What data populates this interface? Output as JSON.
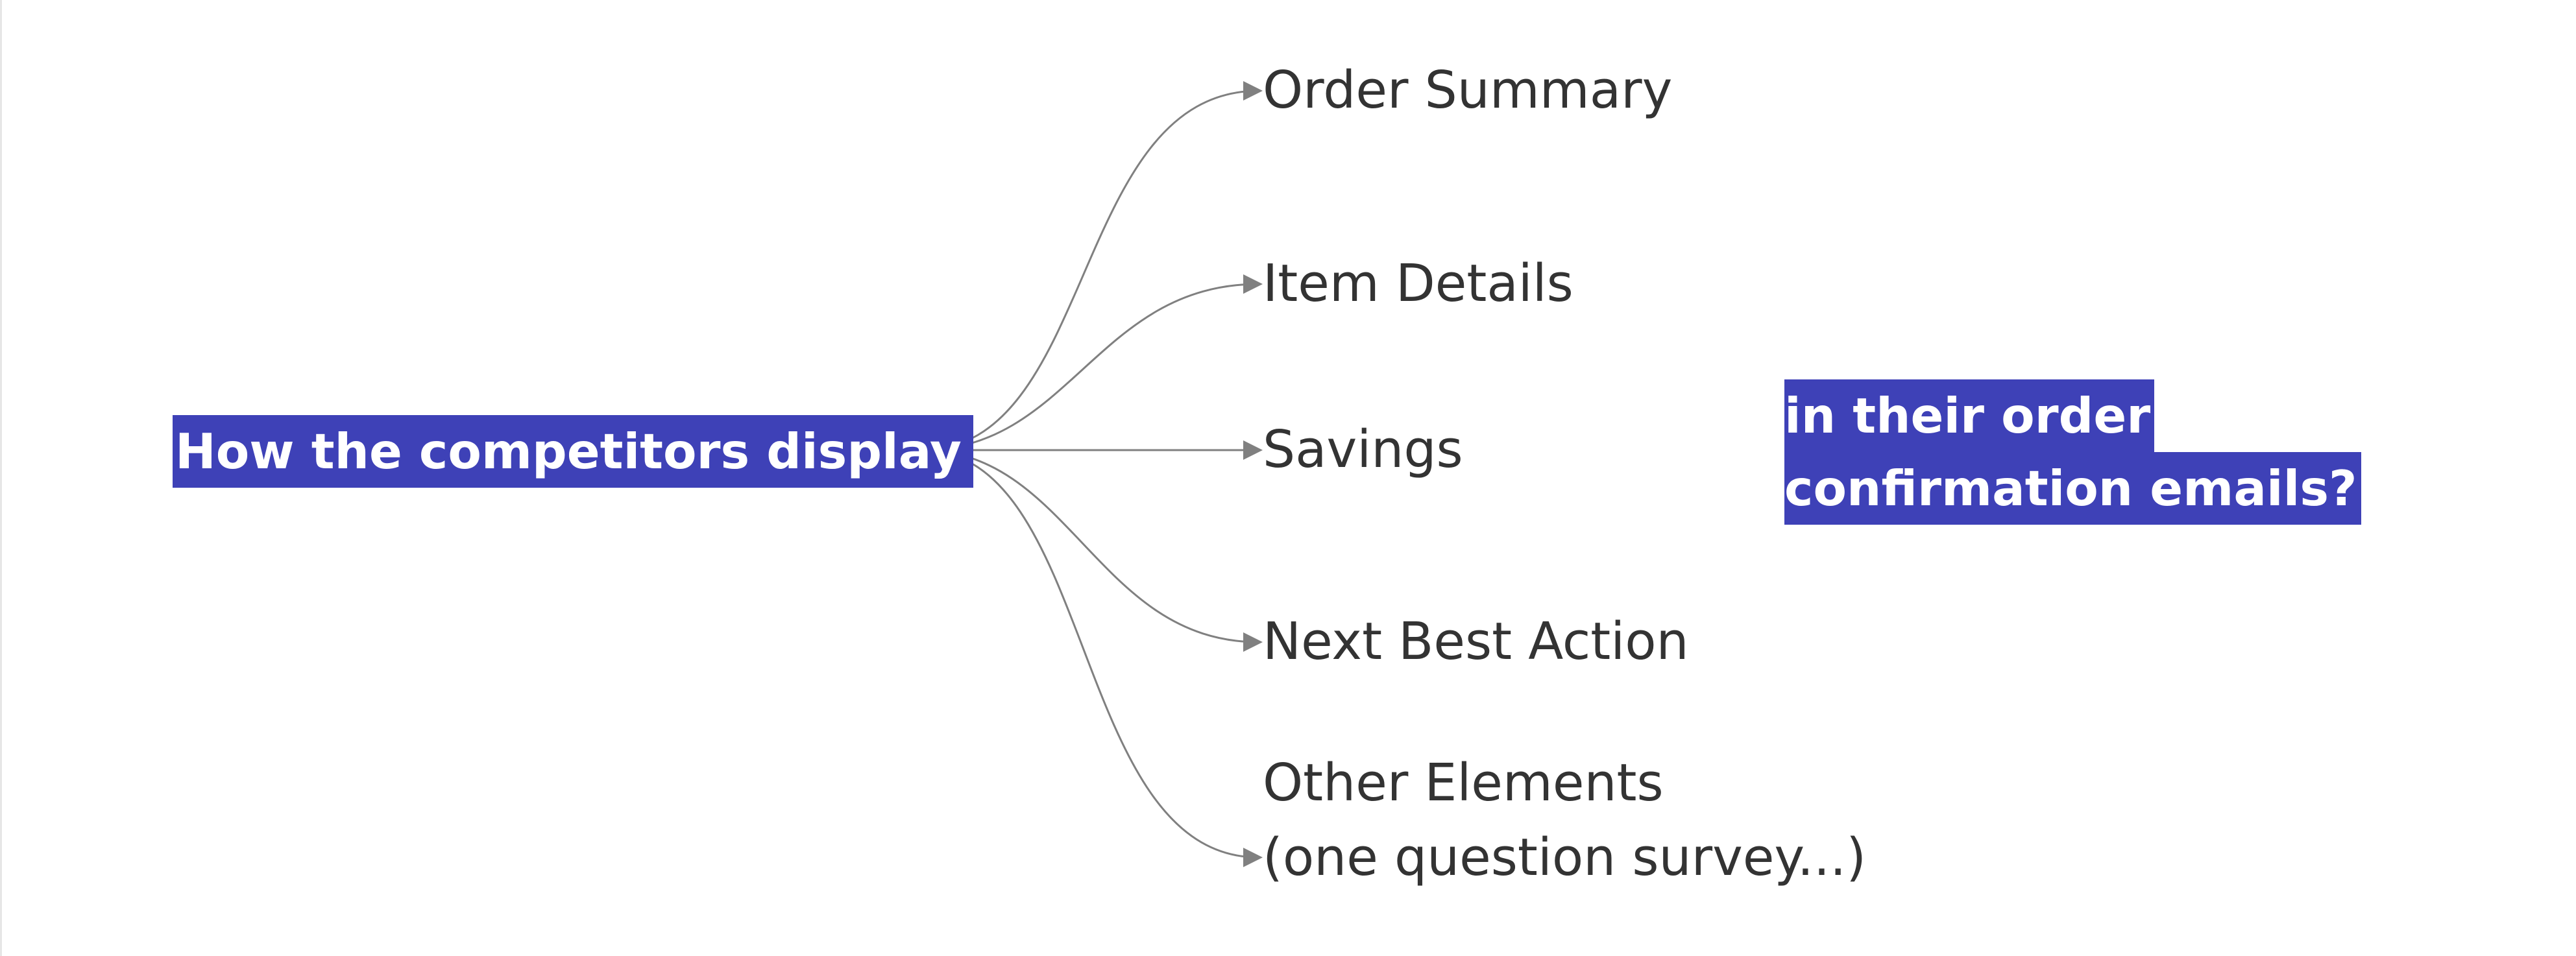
{
  "diagram": {
    "root": {
      "label": "How the competitors display"
    },
    "branches": [
      {
        "label": "Order Summary"
      },
      {
        "label": "Item Details"
      },
      {
        "label": "Savings"
      },
      {
        "label": "Next Best Action"
      },
      {
        "label_lines": [
          "Other Elements",
          "(one question survey...)"
        ]
      }
    ],
    "note": {
      "lines": [
        "in their order",
        "confirmation emails?"
      ]
    }
  },
  "colors": {
    "highlight": "#3e41b7",
    "text": "#333333",
    "connector": "#808080",
    "background": "#ffffff"
  }
}
